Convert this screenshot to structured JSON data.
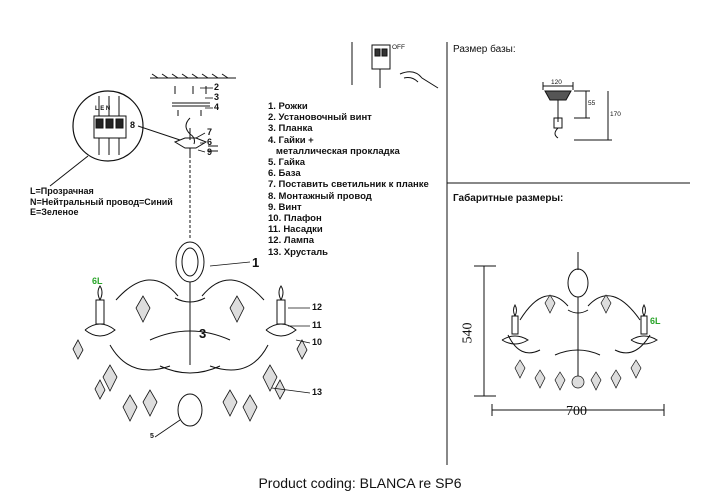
{
  "parts_list": [
    "1. Рожки",
    "2. Установочный винт",
    "3. Планка",
    "4. Гайки +",
    "   металлическая прокладка",
    "5. Гайка",
    "6. База",
    "7. Поставить светильник к планке",
    "8. Монтажный провод",
    "9. Винт",
    "10. Плафон",
    "11. Насадки",
    "12. Лампа",
    "13. Хрусталь"
  ],
  "wiring_legend": [
    "L=Прозрачная",
    "N=Нейтральный провод=Синий",
    "E=Зеленое"
  ],
  "base_section": {
    "title": "Размер базы:",
    "dim_width": "120",
    "dim_height1": "55",
    "dim_height2": "170",
    "switch_label": "OFF"
  },
  "overall_section": {
    "title": "Габаритные размеры:",
    "height": "540",
    "width": "700",
    "lamp_mark": "6L"
  },
  "callouts": {
    "c1": "1",
    "c2": "2",
    "c3": "3",
    "c4": "4",
    "c5": "5",
    "c6": "6",
    "c7": "7",
    "c8": "8",
    "c9": "9",
    "c10": "10",
    "c11": "11",
    "c12": "12",
    "c13": "13",
    "bottom5": "5",
    "lamp_mark_left": "6L",
    "terminals": "L E N"
  },
  "footer": {
    "coding": "Product coding: BLANCA re SP6"
  },
  "colors": {
    "line": "#111111",
    "accent": "#2aa52a"
  }
}
